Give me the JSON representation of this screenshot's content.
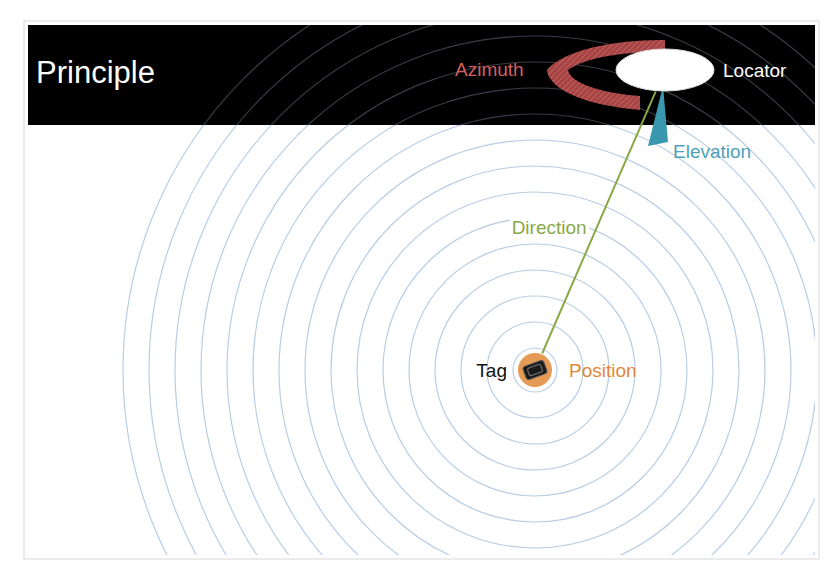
{
  "diagram": {
    "nodes": [
      {
        "text": [
          "Principle"
        ]
      },
      {
        "text": [
          "Locator"
        ],
        "in": 0
      },
      {
        "text": [
          "Tag"
        ]
      }
    ],
    "edges": [
      {
        "from": 1,
        "to": 2,
        "arrow": "none",
        "label": "Direction"
      }
    ],
    "labels": [
      "Azimuth",
      "Elevation",
      "Position"
    ]
  }
}
